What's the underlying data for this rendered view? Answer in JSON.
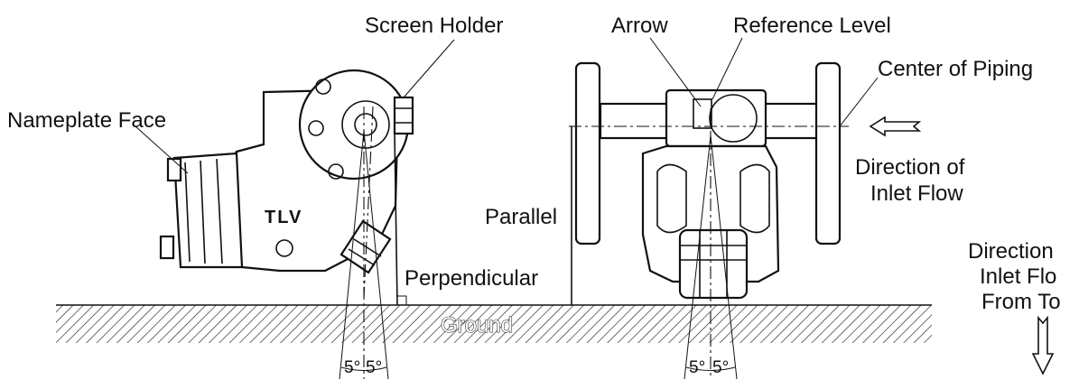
{
  "labels": {
    "screen_holder": "Screen Holder",
    "arrow": "Arrow",
    "reference_level": "Reference Level",
    "center_of_piping": "Center of Piping",
    "nameplate_face": "Nameplate Face",
    "direction_inlet_1": "Direction of",
    "direction_inlet_2": "Inlet Flow",
    "parallel": "Parallel",
    "perpendicular": "Perpendicular",
    "ground": "Ground",
    "direction_top_1": "Direction",
    "direction_top_2": "Inlet Flo",
    "direction_top_3": "From To",
    "brand": "TLV",
    "angle_left_a": "5°",
    "angle_left_b": "5°",
    "angle_right_a": "5°",
    "angle_right_b": "5°"
  }
}
